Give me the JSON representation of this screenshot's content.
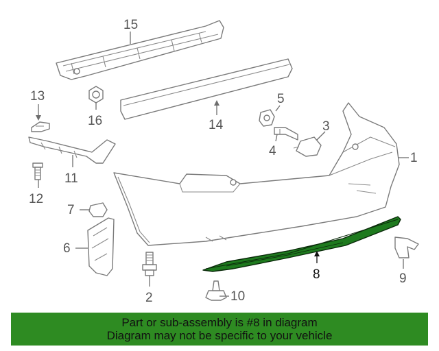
{
  "highlight_color": "#1e7a1e",
  "banner_color": "#2e8b22",
  "callouts": {
    "c1": "1",
    "c2": "2",
    "c3": "3",
    "c4": "4",
    "c5": "5",
    "c6": "6",
    "c7": "7",
    "c8": "8",
    "c9": "9",
    "c10": "10",
    "c11": "11",
    "c12": "12",
    "c13": "13",
    "c14": "14",
    "c15": "15",
    "c16": "16"
  },
  "banner": {
    "line1": "Part or sub-assembly is #8 in diagram",
    "line2": "Diagram may not be specific to your vehicle"
  }
}
